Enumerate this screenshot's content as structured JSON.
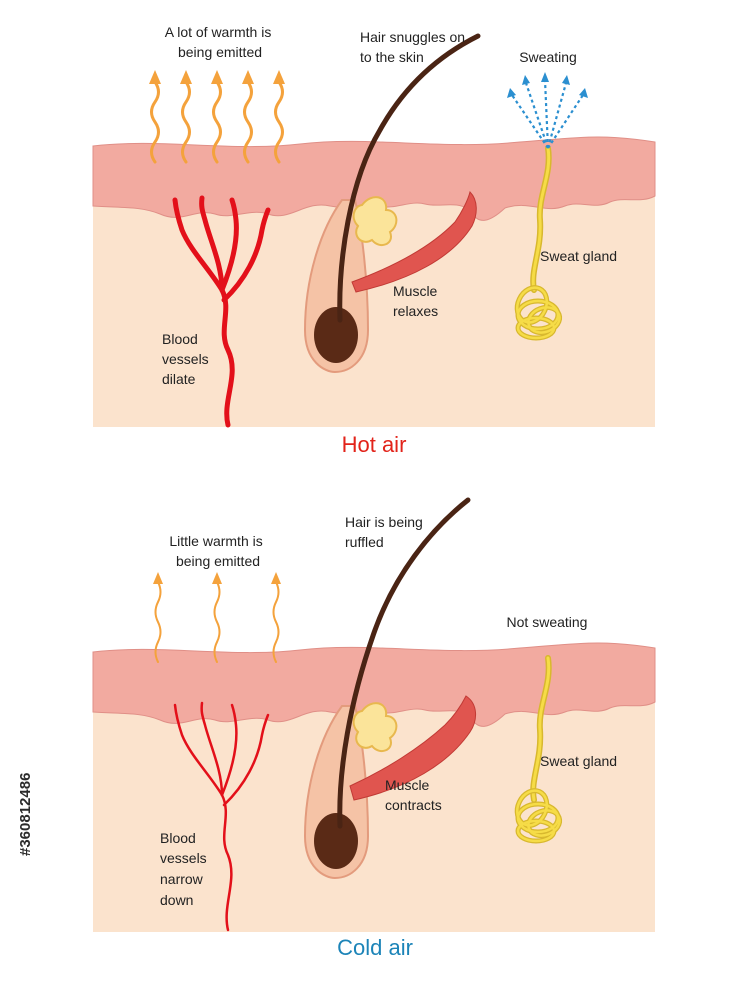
{
  "panels": {
    "hot": {
      "title": "Hot air",
      "warmth": [
        "A lot of warmth is",
        "being emitted"
      ],
      "hair": [
        "Hair snuggles on",
        "to the skin"
      ],
      "sweat": [
        "Sweating"
      ],
      "gland": [
        "Sweat gland"
      ],
      "muscle": [
        "Muscle",
        "relaxes"
      ],
      "vessels": [
        "Blood",
        "vessels",
        "dilate"
      ]
    },
    "cold": {
      "title": "Cold air",
      "warmth": [
        "Little warmth is",
        "being emitted"
      ],
      "hair": [
        "Hair is being",
        "ruffled"
      ],
      "sweat": [
        "Not sweating"
      ],
      "gland": [
        "Sweat gland"
      ],
      "muscle": [
        "Muscle",
        "contracts"
      ],
      "vessels": [
        "Blood",
        "vessels",
        "narrow",
        "down"
      ]
    }
  },
  "stock_id": "#360812486",
  "colors": {
    "dermis": "#fbe3cd",
    "epidermis": "#f2aaa0",
    "vessel": "#e3101a",
    "hair": "#4a2414",
    "gland": "#f6dc47",
    "muscle": "#e0554f",
    "heat": "#f4a23c",
    "sweat": "#2b8fd0",
    "hot_title": "#e2231a",
    "cold_title": "#1c84b8"
  }
}
